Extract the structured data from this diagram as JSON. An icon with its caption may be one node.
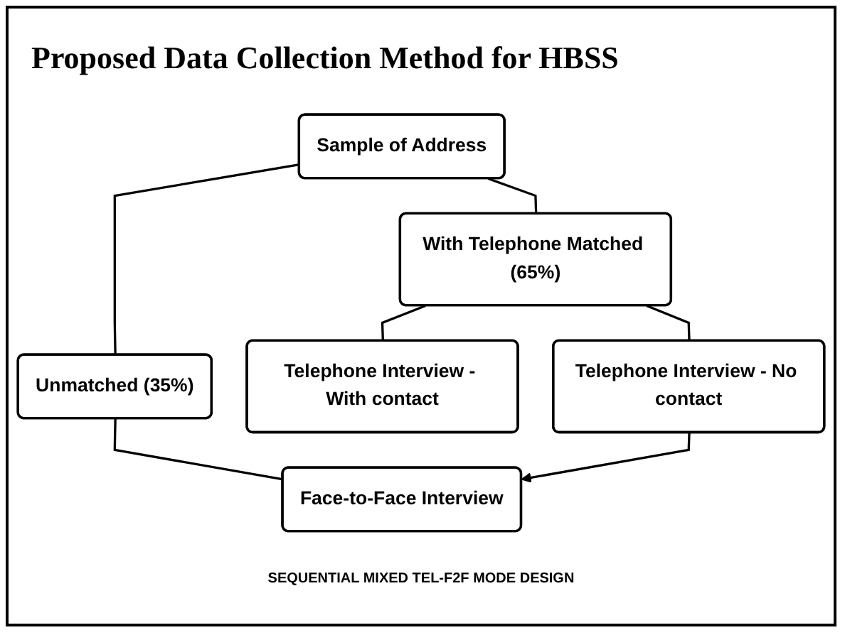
{
  "diagram": {
    "title": "Proposed Data Collection Method for HBSS",
    "caption": "SEQUENTIAL MIXED TEL-F2F MODE DESIGN",
    "nodes": [
      {
        "text": [
          "Sample of Address"
        ]
      },
      {
        "text": [
          "With Telephone Matched (65%)"
        ]
      },
      {
        "text": [
          "Unmatched (35%)"
        ]
      },
      {
        "text": [
          "Telephone Interview - With contact"
        ]
      },
      {
        "text": [
          "Telephone Interview - No contact"
        ]
      },
      {
        "text": [
          "Face-to-Face Interview"
        ]
      }
    ],
    "edges": [
      {
        "from": 0,
        "to": 1,
        "arrow": "none"
      },
      {
        "from": 0,
        "to": 2,
        "arrow": "none"
      },
      {
        "from": 1,
        "to": 3,
        "arrow": "none"
      },
      {
        "from": 1,
        "to": 4,
        "arrow": "none"
      },
      {
        "from": 2,
        "to": 5,
        "arrow": "none"
      },
      {
        "from": 4,
        "to": 5,
        "arrow": "to"
      }
    ]
  }
}
